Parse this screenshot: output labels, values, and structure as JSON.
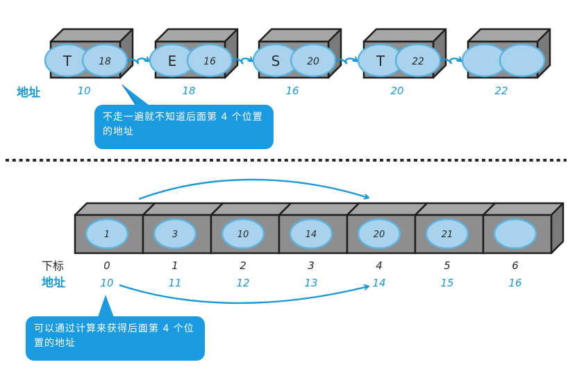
{
  "linked_list": {
    "address_label": "地址",
    "nodes": [
      {
        "data": "T",
        "next": "18",
        "address": "10"
      },
      {
        "data": "E",
        "next": "16",
        "address": "18"
      },
      {
        "data": "S",
        "next": "20",
        "address": "16"
      },
      {
        "data": "T",
        "next": "22",
        "address": "20"
      },
      {
        "data": "",
        "next": "",
        "address": "22"
      }
    ],
    "callout": "不走一遍就不知道后面第 4 个位置的地址"
  },
  "array": {
    "index_label": "下标",
    "address_label": "地址",
    "cells": [
      {
        "value": "1",
        "index": "0",
        "address": "10"
      },
      {
        "value": "3",
        "index": "1",
        "address": "11"
      },
      {
        "value": "10",
        "index": "2",
        "address": "12"
      },
      {
        "value": "14",
        "index": "3",
        "address": "13"
      },
      {
        "value": "20",
        "index": "4",
        "address": "14"
      },
      {
        "value": "21",
        "index": "5",
        "address": "15"
      },
      {
        "value": "",
        "index": "6",
        "address": "16"
      }
    ],
    "callout": "可以通过计算来获得后面第 4 个位置的地址"
  },
  "colors": {
    "accent_blue": "#1a98d5",
    "bubble_blue": "#1a9ae0",
    "oval_fill": "#a9d3ec",
    "oval_stroke": "#5db3e0",
    "box_front": "#8e8e8e",
    "box_top": "#a6a6a6",
    "box_side": "#7a7a7a"
  }
}
